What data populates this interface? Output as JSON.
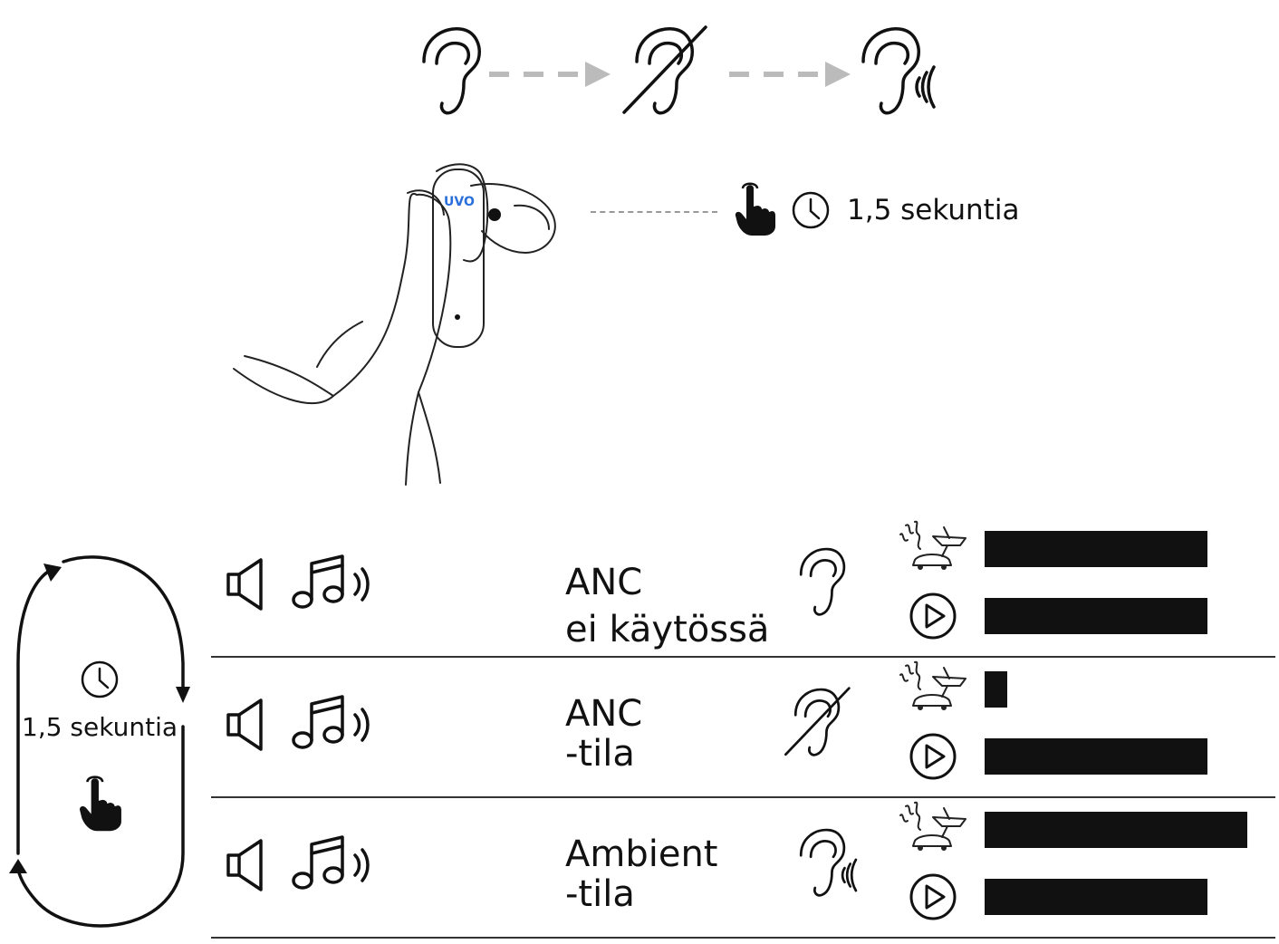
{
  "hold_duration": "1,5 sekuntia",
  "cycle_duration": "1,5 sekuntia",
  "sequence_icons": [
    "ear-icon",
    "ear-crossed-icon",
    "ear-sound-icon"
  ],
  "modes": [
    {
      "line1": "ANC",
      "line2": "ei käytössä",
      "ear_icon": "ear-icon",
      "noise_level": 1.0,
      "playback_level": 1.0
    },
    {
      "line1": "ANC",
      "line2": "-tila",
      "ear_icon": "ear-crossed-icon",
      "noise_level": 0.1,
      "playback_level": 1.0
    },
    {
      "line1": "Ambient",
      "line2": "-tila",
      "ear_icon": "ear-sound-icon",
      "noise_level": 1.18,
      "playback_level": 1.0
    }
  ],
  "colors": {
    "ink": "#111111",
    "arrow_gray": "#bbbbbb",
    "earbud_accent": "#2a6fdb"
  }
}
